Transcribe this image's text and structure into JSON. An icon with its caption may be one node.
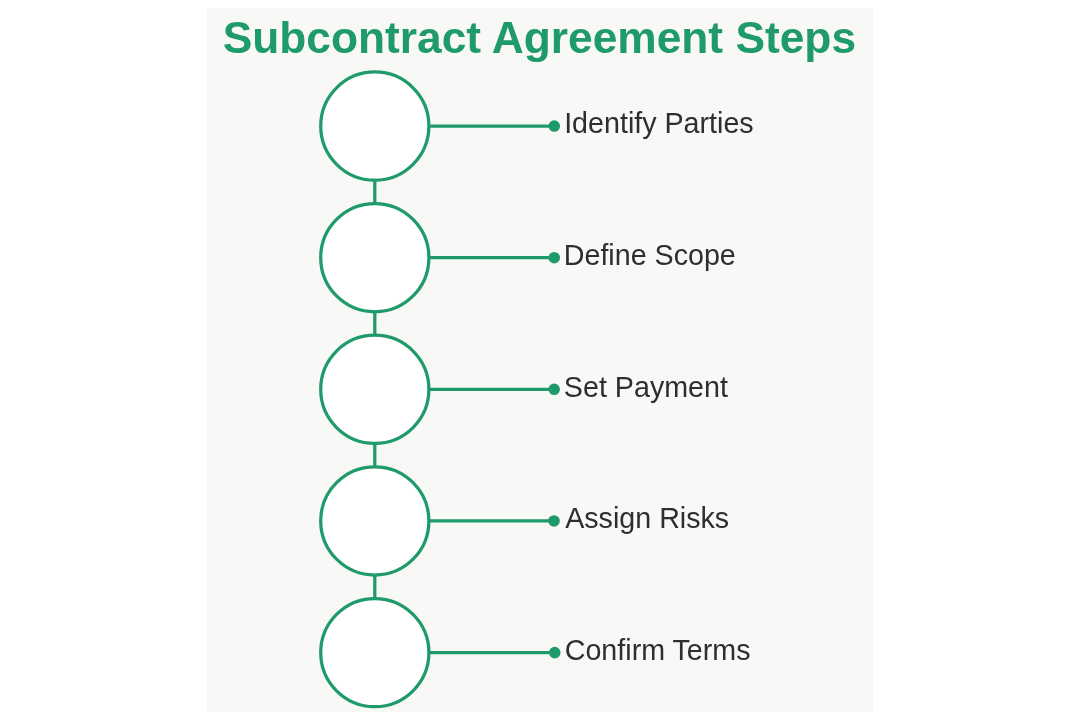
{
  "diagram": {
    "title": "Subcontract Agreement Steps",
    "nodes": [
      {
        "text": [],
        "shape": "circle"
      },
      {
        "text": [
          "Identify Parties"
        ]
      },
      {
        "text": [],
        "shape": "circle"
      },
      {
        "text": [
          "Define Scope"
        ]
      },
      {
        "text": [],
        "shape": "circle"
      },
      {
        "text": [
          "Set Payment"
        ]
      },
      {
        "text": [],
        "shape": "circle"
      },
      {
        "text": [
          "Assign Risks"
        ]
      },
      {
        "text": [],
        "shape": "circle"
      },
      {
        "text": [
          "Confirm Terms"
        ]
      }
    ],
    "edges": [
      {
        "from": 0,
        "to": 1,
        "arrow": "other"
      },
      {
        "from": 0,
        "to": 2,
        "arrow": "none"
      },
      {
        "from": 2,
        "to": 3,
        "arrow": "other"
      },
      {
        "from": 2,
        "to": 4,
        "arrow": "none"
      },
      {
        "from": 4,
        "to": 5,
        "arrow": "other"
      },
      {
        "from": 4,
        "to": 6,
        "arrow": "none"
      },
      {
        "from": 6,
        "to": 7,
        "arrow": "other"
      },
      {
        "from": 6,
        "to": 8,
        "arrow": "none"
      },
      {
        "from": 8,
        "to": 9,
        "arrow": "other"
      }
    ]
  }
}
